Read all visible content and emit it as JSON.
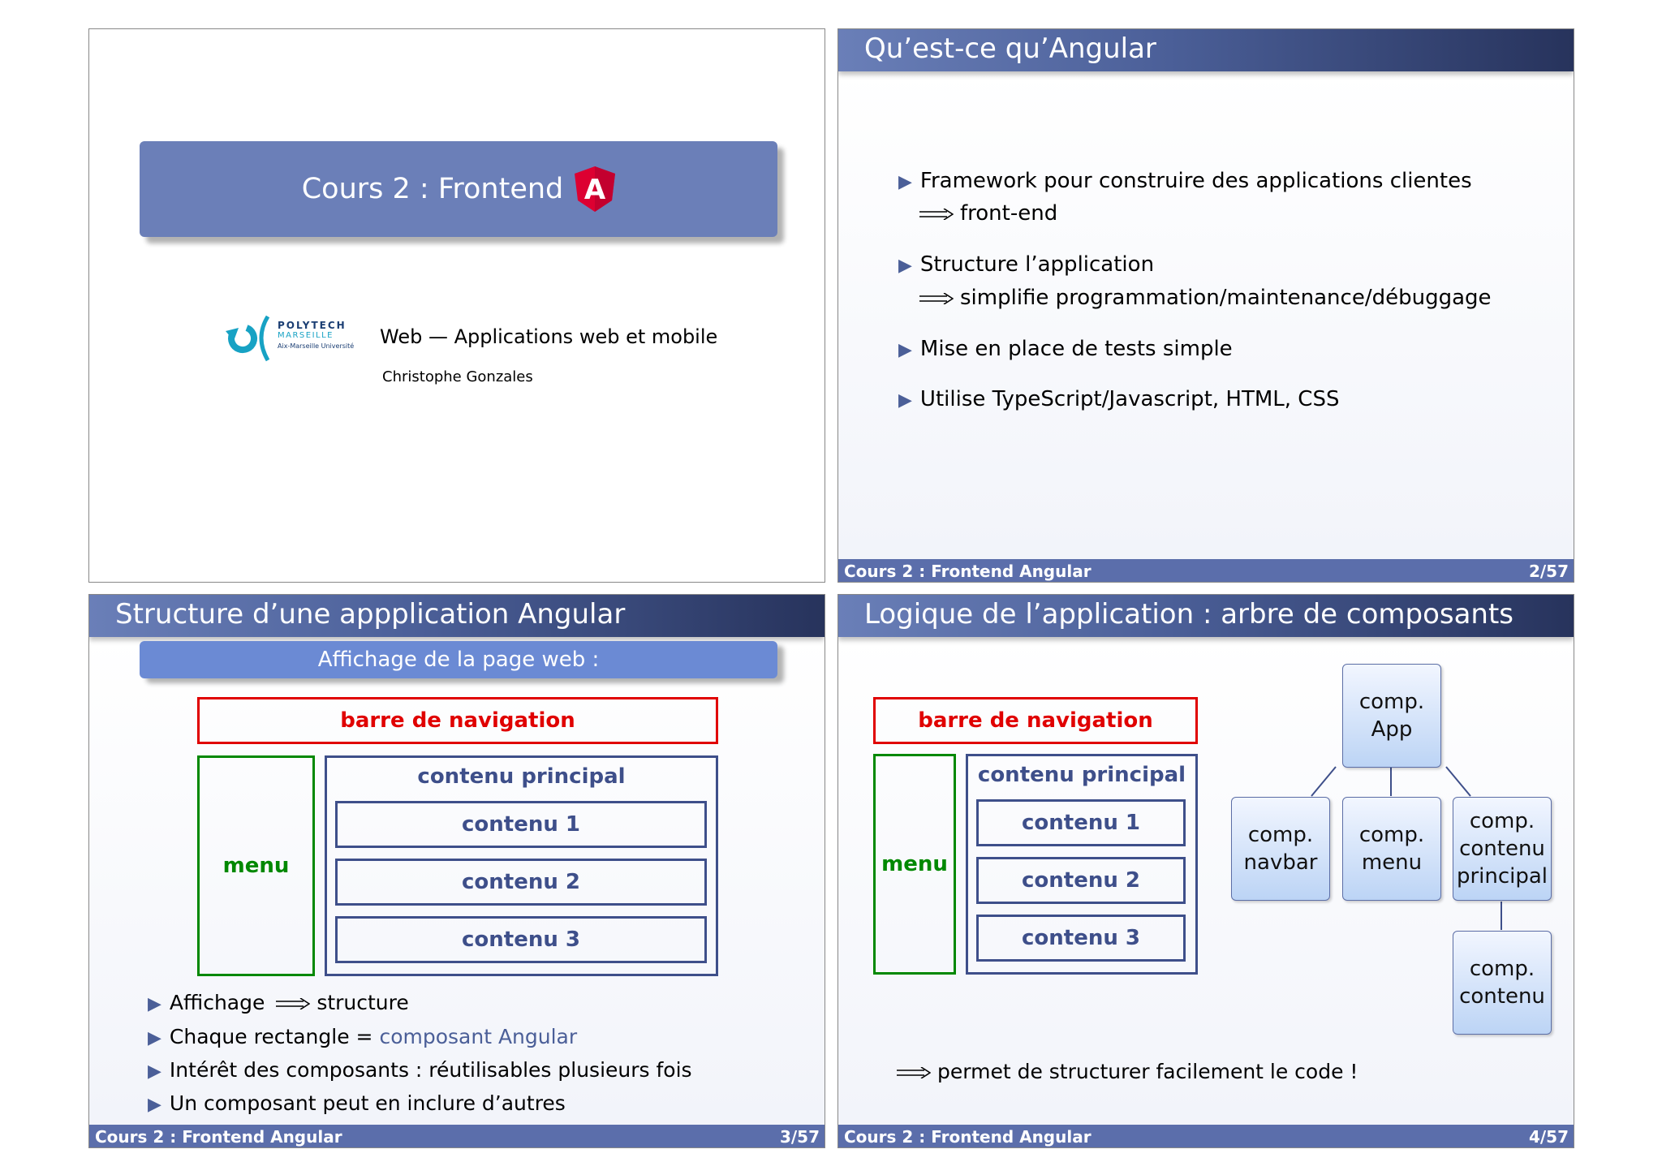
{
  "slide1": {
    "title": "Cours 2 : Frontend",
    "angular_logo_letter": "A",
    "logo_text": {
      "polytech": "POLYTECH",
      "marseille": "MARSEILLE",
      "univ": "Aix-Marseille Université"
    },
    "course": "Web — Applications web et mobile",
    "author": "Christophe Gonzales"
  },
  "slide2": {
    "title": "Qu’est-ce qu’Angular",
    "items": [
      {
        "text": "Framework pour construire des applications clientes",
        "sub": "front-end"
      },
      {
        "text": "Structure l’application",
        "sub": "simplifie programmation/maintenance/débuggage"
      },
      {
        "text": "Mise en place de tests simple"
      },
      {
        "text": "Utilise TypeScript/Javascript, HTML, CSS"
      }
    ],
    "footer": "Cours 2 : Frontend Angular",
    "page": "2/57"
  },
  "slide3": {
    "title": "Structure d’une appplication Angular",
    "subtitle": "Affichage de la page web :",
    "navbar": "barre de navigation",
    "menu": "menu",
    "main": "contenu principal",
    "contents": [
      "contenu 1",
      "contenu 2",
      "contenu 3"
    ],
    "bullets": {
      "b1a": "Affichage",
      "b1b": "structure",
      "b2a": "Chaque rectangle =",
      "b2b": "composant Angular",
      "b3": "Intérêt des composants : réutilisables plusieurs fois",
      "b4": "Un composant peut en inclure d’autres"
    },
    "footer": "Cours 2 : Frontend Angular",
    "page": "3/57"
  },
  "slide4": {
    "title": "Logique de l’application : arbre de composants",
    "navbar": "barre de navigation",
    "menu": "menu",
    "main": "contenu principal",
    "contents": [
      "contenu 1",
      "contenu 2",
      "contenu 3"
    ],
    "tree": {
      "app": [
        "comp.",
        "App"
      ],
      "navbar": [
        "comp.",
        "navbar"
      ],
      "menu": [
        "comp.",
        "menu"
      ],
      "main": [
        "comp.",
        "contenu",
        "principal"
      ],
      "content": [
        "comp.",
        "contenu"
      ]
    },
    "conclusion": "permet de structurer facilement le code !",
    "footer": "Cours 2 : Frontend Angular",
    "page": "4/57"
  },
  "colors": {
    "accent": "#5b6eab",
    "red": "#e00000",
    "green": "#008800",
    "blue": "#3e4f8a",
    "angular_red": "#dd0031"
  }
}
